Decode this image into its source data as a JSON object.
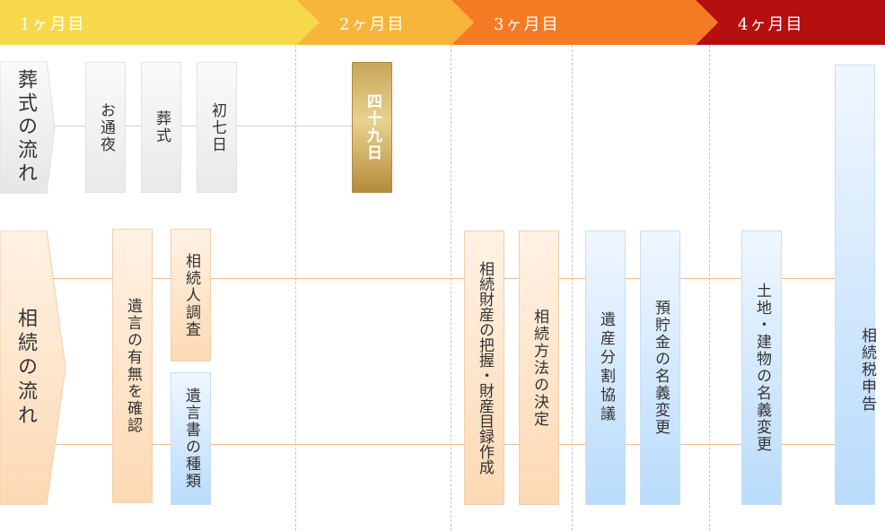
{
  "months": [
    {
      "label": "1ヶ月目",
      "color": "#f7d84b"
    },
    {
      "label": "2ヶ月目",
      "color": "#f7b53c"
    },
    {
      "label": "3ヶ月目",
      "color": "#f57a24"
    },
    {
      "label": "4ヶ月目",
      "color": "#b50f10"
    }
  ],
  "rows": {
    "funeral": {
      "title": "葬式の流れ",
      "steps": [
        "お通夜",
        "葬式",
        "初七日"
      ],
      "milestone": "四十九日"
    },
    "inheritance": {
      "title": "相続の流れ",
      "steps": {
        "will_check": "遺言の有無を確認",
        "heir_survey": "相続人調査",
        "will_types": "遺言書の種類",
        "asset_grasp": "相続財産の把握・財産目録作成",
        "method_decision": "相続方法の決定",
        "division_talks": "遺産分割協議",
        "deposit_transfer": "預貯金の名義変更",
        "property_transfer": "土地・建物の名義変更",
        "tax_return": "相続税申告"
      }
    }
  }
}
